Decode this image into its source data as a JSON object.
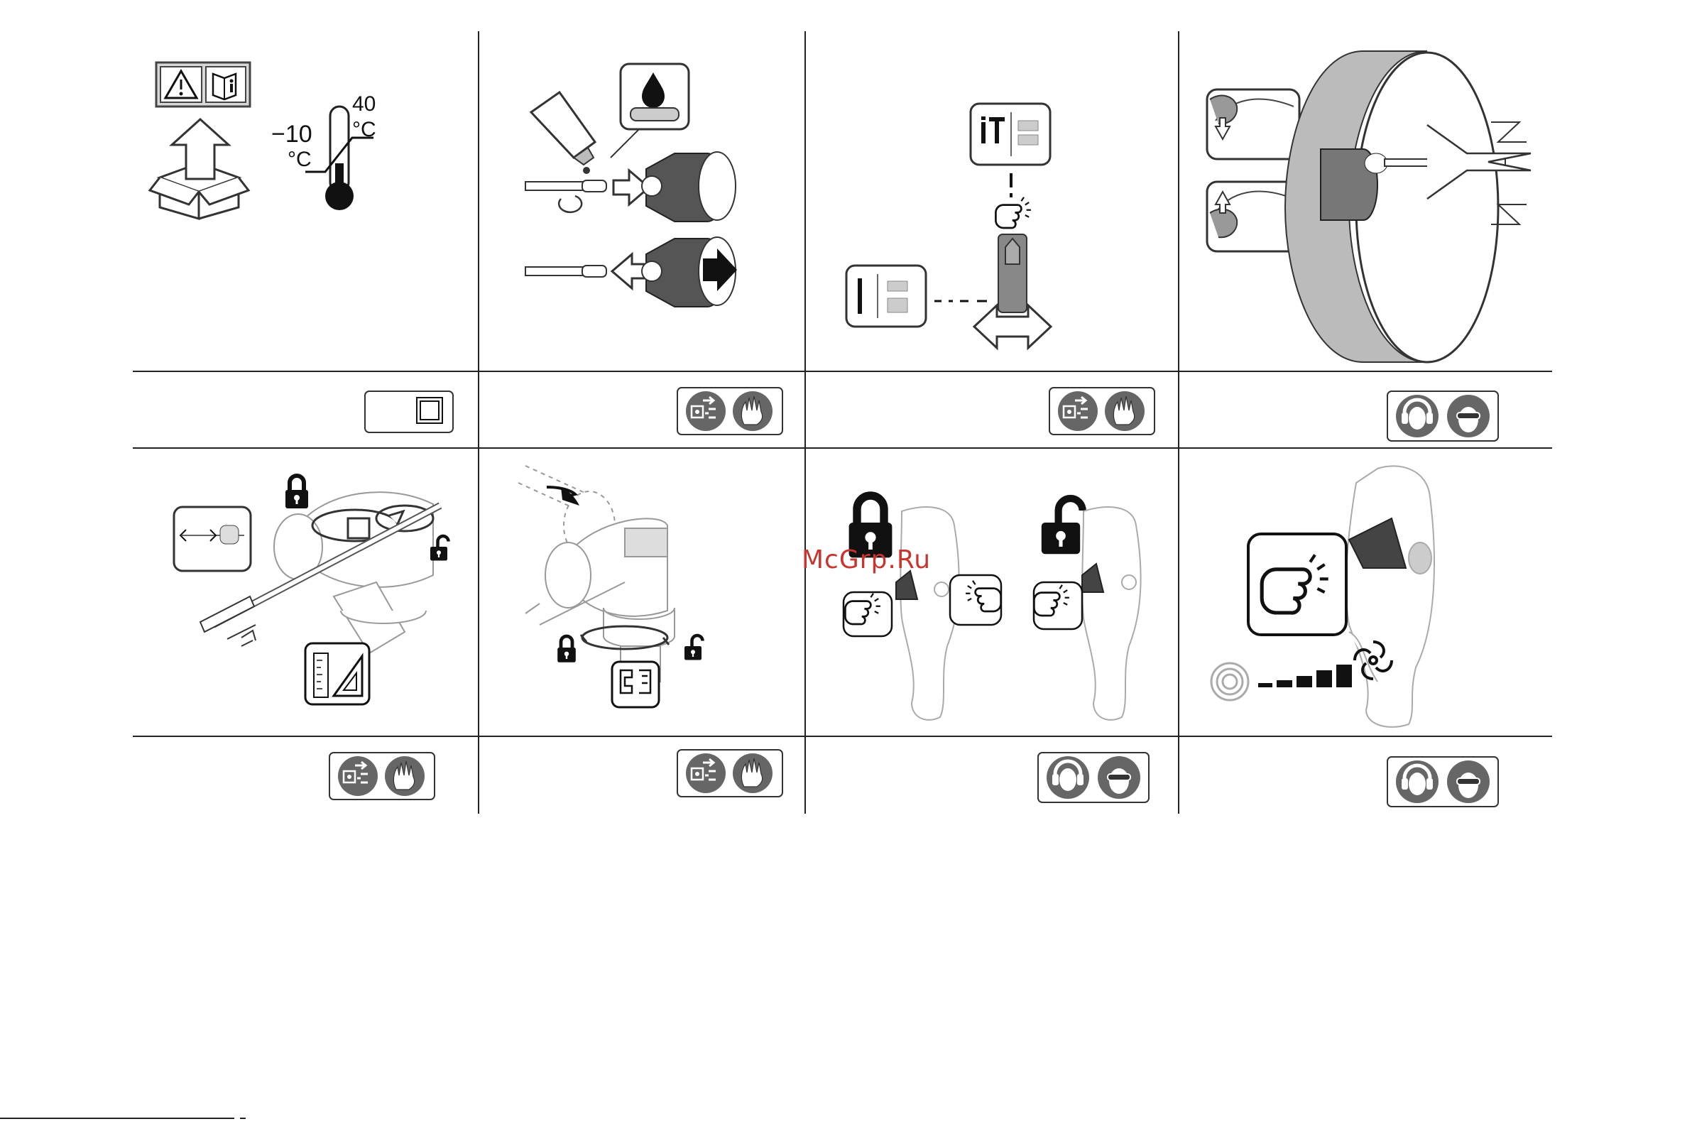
{
  "watermark": "McGrp.Ru",
  "panels": {
    "storage": {
      "temp_min": "−10",
      "temp_min_unit": "°C",
      "temp_max": "40",
      "temp_max_unit": "°C"
    }
  },
  "colors": {
    "ink": "#111111",
    "mid_gray": "#9a9a9a",
    "light_gray": "#cfcfcf",
    "watermark": "#c8342e"
  },
  "icons": [
    "warning-manual-icon",
    "box-unpack-icon",
    "thermometer-icon",
    "grease-tube-icon",
    "grease-drop-icon",
    "drill-bit-icon",
    "chuck-icon",
    "mode-selector-icon",
    "drilling-mode-icon",
    "hammer-mode-icon",
    "ear-protection-icon",
    "eye-protection-icon",
    "unplug-icon",
    "gloves-icon",
    "depth-gauge-icon",
    "set-square-icon",
    "lock-icon",
    "unlock-icon",
    "trigger-press-icon",
    "speed-control-icon",
    "switch-icon"
  ]
}
